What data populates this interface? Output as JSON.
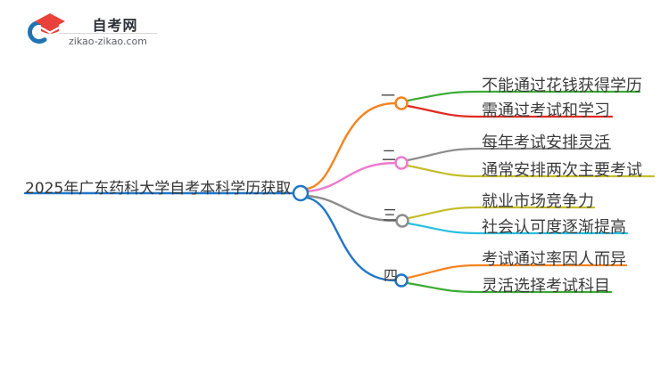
{
  "logo": {
    "site_name": "自考网",
    "site_url": "zikao-zikao.com",
    "icon": "graduation-cap-logo",
    "colors": {
      "cap_red": "#e8423a",
      "swoosh_blue": "#2173b4"
    }
  },
  "mindmap": {
    "root": {
      "label": "2025年广东药科大学自考本科学历获取",
      "color": "#2176c7"
    },
    "branches": [
      {
        "label": "一",
        "color": "#f5831f",
        "children": [
          {
            "label": "不能通过花钱获得学历",
            "color": "#3aaa35"
          },
          {
            "label": "需通过考试和学习",
            "color": "#e02a20"
          }
        ]
      },
      {
        "label": "二",
        "color": "#ef7ace",
        "children": [
          {
            "label": "每年考试安排灵活",
            "color": "#8c8c8c"
          },
          {
            "label": "通常安排两次主要考试",
            "color": "#c3bd2a"
          }
        ]
      },
      {
        "label": "三",
        "color": "#8c8c8c",
        "children": [
          {
            "label": "就业市场竞争力",
            "color": "#c3bd2a"
          },
          {
            "label": "社会认可度逐渐提高",
            "color": "#27bfe0"
          }
        ]
      },
      {
        "label": "四",
        "color": "#2176c7",
        "children": [
          {
            "label": "考试通过率因人而异",
            "color": "#f5831f"
          },
          {
            "label": "灵活选择考试科目",
            "color": "#3aaa35"
          }
        ]
      }
    ]
  }
}
